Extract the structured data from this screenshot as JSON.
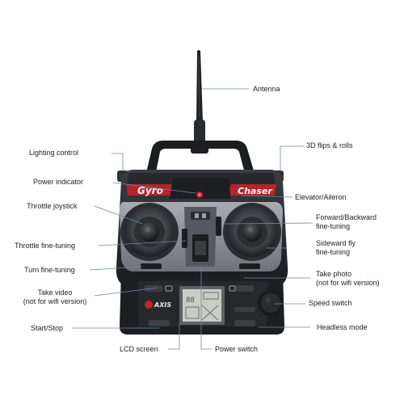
{
  "device": {
    "brand_left": "Gyro",
    "brand_right": "Chaser",
    "axis_logo": "AXIS"
  },
  "callouts": {
    "antenna": "Antenna",
    "lighting_control": "Lighting control",
    "flips_rolls": "3D flips & rolls",
    "power_indicator": "Power indicator",
    "elevator_aileron": "Elevator/Aileron",
    "throttle_joystick": "Throttle joystick",
    "forward_backward_l1": "Forward/Backward",
    "forward_backward_l2": "fine-tuning",
    "throttle_fine_tuning": "Throttle fine-tuning",
    "sideward_l1": "Sideward fly",
    "sideward_l2": "fine-tuning",
    "turn_fine_tuning": "Turn fine-tuning",
    "take_photo_l1": "Take photo",
    "take_photo_l2": "(not for wifi version)",
    "take_video_l1": "Take video",
    "take_video_l2": "(not for wifi version)",
    "speed_switch": "Speed switch",
    "start_stop": "Start/Stop",
    "headless_mode": "Headless mode",
    "lcd_screen": "LCD screen",
    "power_switch": "Power switch"
  },
  "colors": {
    "leader_line": "#6e88a8",
    "body_dark": "#2a2c30",
    "body_silver": "#8e9298",
    "accent_red": "#c0262a"
  }
}
